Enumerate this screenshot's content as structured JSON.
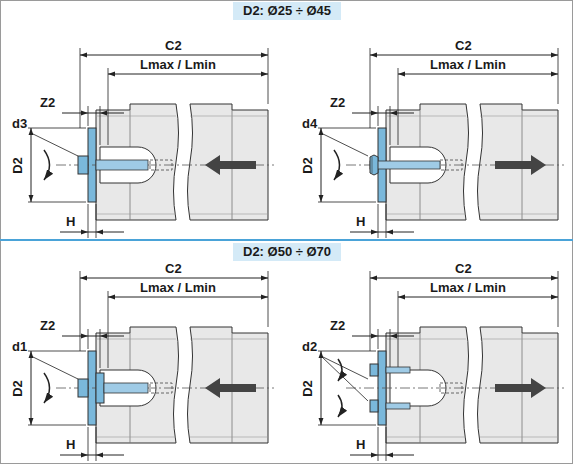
{
  "diagram": {
    "nodes": [
      {
        "text": [
          "D2: Ø25 ÷ Ø45"
        ]
      },
      {
        "text": [
          "D2: Ø50 ÷ Ø70"
        ]
      }
    ],
    "labels": [
      "C2",
      "Lmax / Lmin",
      "Z2",
      "d3",
      "D2",
      "H",
      "C2",
      "Lmax / Lmin",
      "Z2",
      "d4",
      "D2",
      "H",
      "C2",
      "Lmax / Lmin",
      "Z2",
      "d1",
      "D2",
      "H",
      "C2",
      "Lmax / Lmin",
      "Z2",
      "d2",
      "D2",
      "H"
    ]
  }
}
